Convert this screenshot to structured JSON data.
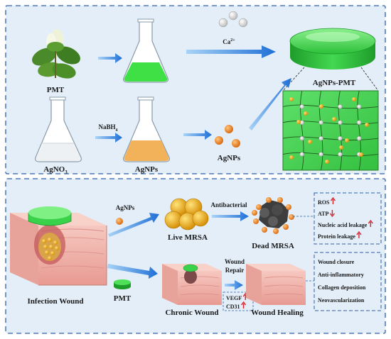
{
  "top_panel": {
    "pmt_label": "PMT",
    "ca_label": "Ca",
    "ca_sup": "2+",
    "agnps_pmt_label": "AgNPs-PMT",
    "agno3_label": "AgNO",
    "agno3_sub": "3",
    "nabh4_label": "NaBH",
    "nabh4_sub": "4",
    "flask_agnps_label": "AgNPs",
    "agnps_label": "AgNPs"
  },
  "bottom_panel": {
    "infection_wound_label": "Infection Wound",
    "agnps_label": "AgNPs",
    "antibacterial_label": "Antibacterial",
    "live_mrsa_label": "Live MRSA",
    "dead_mrsa_label": "Dead MRSA",
    "pmt_label": "PMT",
    "wound_repair_label_1": "Wound",
    "wound_repair_label_2": "Repair",
    "chronic_wound_label": "Chronic Wound",
    "wound_healing_label": "Wound Healing",
    "markers": [
      {
        "label": "VEGF",
        "trend": "up"
      },
      {
        "label": "CD31",
        "trend": "up"
      }
    ],
    "bacterial_effects": [
      {
        "label": "ROS",
        "trend": "up"
      },
      {
        "label": "ATP",
        "trend": "down"
      },
      {
        "label": "Nucleic acid leakage",
        "trend": "up"
      },
      {
        "label": "Protein leakage",
        "trend": "up"
      }
    ],
    "healing_effects": [
      "Wound closure",
      "Anti-inflammatory",
      "Collagen deposition",
      "Neovascularization"
    ]
  },
  "colors": {
    "panel_bg": "#e3eef8",
    "border_blue": "#2e5fa8",
    "arrow_blue": "#1f7fe0",
    "green_gel": "#3ad24a",
    "agnp_orange": "#e88a1e",
    "mrsa_gold": "#f3b81e",
    "up_arrow_red": "#d8202a",
    "skin_pink": "#f3b9b0"
  }
}
